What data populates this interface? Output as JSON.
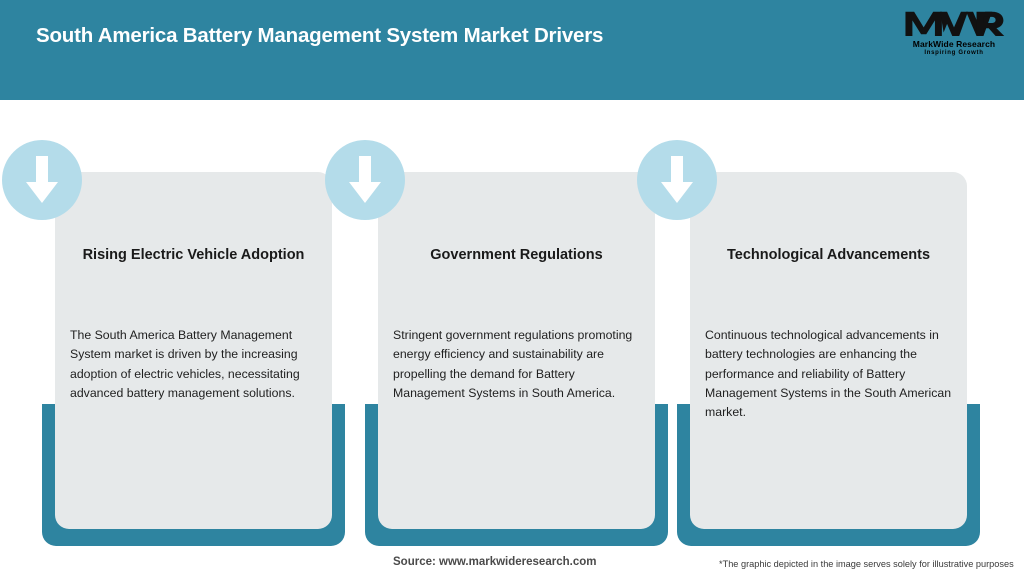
{
  "header": {
    "title": "South America Battery Management System Market Drivers",
    "background_color": "#2E84A0",
    "title_color": "#FFFFFF"
  },
  "logo": {
    "mark": "MWR",
    "name": "MarkWide Research",
    "tagline": "Inspiring Growth"
  },
  "theme": {
    "accent_teal": "#2E84A0",
    "card_background": "#E6E9EA",
    "icon_circle": "#B4DCEA",
    "arrow_color": "#FFFFFF",
    "page_background": "#FFFFFF"
  },
  "cards": [
    {
      "icon": "arrow-down-icon",
      "title": "Rising Electric Vehicle Adoption",
      "body": "The South America Battery Management System market is driven by the increasing adoption of electric vehicles, necessitating advanced battery management solutions."
    },
    {
      "icon": "arrow-down-icon",
      "title": "Government Regulations",
      "body": "Stringent government regulations promoting energy efficiency and sustainability are propelling the demand for Battery Management Systems in South America."
    },
    {
      "icon": "arrow-down-icon",
      "title": "Technological Advancements",
      "body": "Continuous technological advancements in battery technologies are enhancing the performance and reliability of Battery Management Systems in the South American market."
    }
  ],
  "footer": {
    "source": "Source: www.markwideresearch.com",
    "disclaimer": "*The graphic depicted in the image serves solely for illustrative purposes"
  }
}
